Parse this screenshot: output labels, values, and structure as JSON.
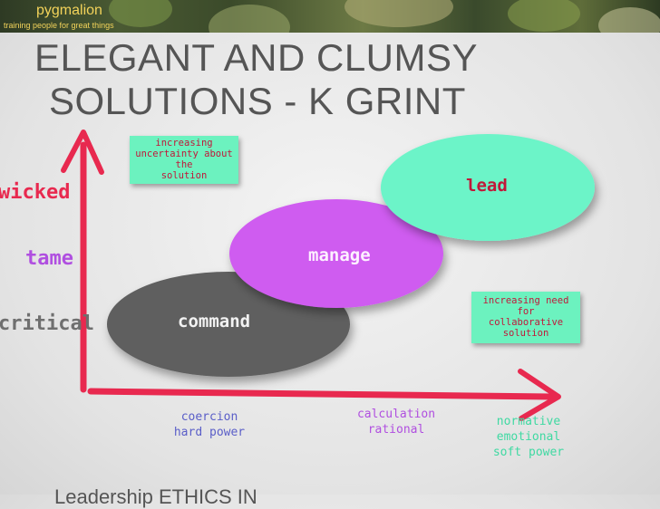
{
  "header": {
    "brand": "pygmalion",
    "tagline": "training people for great things"
  },
  "title": {
    "line1": "ELEGANT AND CLUMSY",
    "line2": "SOLUTIONS - K GRINT"
  },
  "y_labels": {
    "wicked": "wicked",
    "tame": "tame",
    "critical": "critical"
  },
  "ellipses": {
    "command": "command",
    "manage": "manage",
    "lead": "lead"
  },
  "notes": {
    "uncertainty": [
      "increasing",
      "uncertainty about the",
      "solution"
    ],
    "collaborative": [
      "increasing need for",
      "collaborative solution"
    ]
  },
  "x_labels": {
    "coercion": [
      "coercion",
      "hard power"
    ],
    "calculation": [
      "calculation",
      "rational"
    ],
    "normative": [
      "normative",
      "emotional",
      "soft power"
    ]
  },
  "colors": {
    "arrow": "#e8294f",
    "command_fill": "#5e5e5e",
    "manage_fill": "#cf5cf0",
    "lead_fill": "#6cf4c8",
    "note_fill": "#6cf2bf",
    "note_text": "#c0183a",
    "wicked": "#e8294f",
    "tame": "#b04fe0",
    "critical": "#6f6f6f"
  },
  "footer": "Leadership ETHICS IN"
}
